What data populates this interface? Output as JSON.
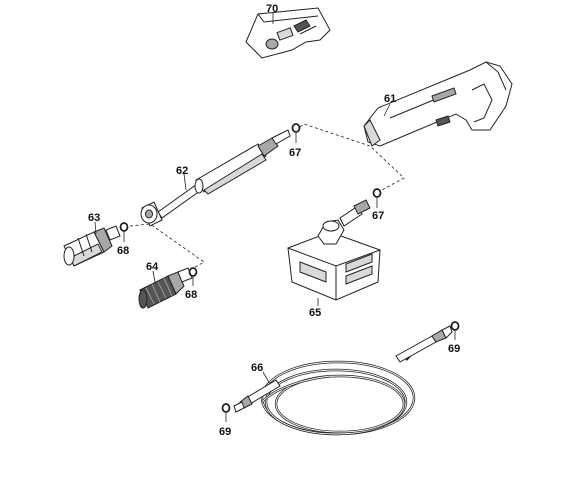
{
  "labels": {
    "p70": "70",
    "p61": "61",
    "p67a": "67",
    "p62": "62",
    "p67b": "67",
    "p63": "63",
    "p68a": "68",
    "p64": "64",
    "p68b": "68",
    "p65": "65",
    "p66": "66",
    "p69a": "69",
    "p69b": "69"
  },
  "colors": {
    "line": "#222222",
    "part_light": "#d9d9d9",
    "part_mid": "#a8a8a8",
    "part_dark": "#555555"
  }
}
